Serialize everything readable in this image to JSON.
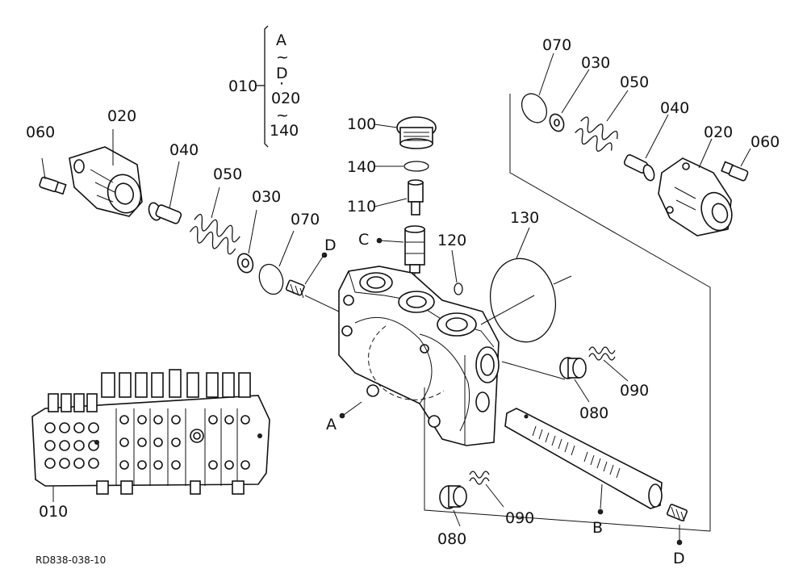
{
  "labels": {
    "l010a": "010",
    "l010b": "010",
    "l020a": "020",
    "l020b": "020",
    "l030a": "030",
    "l030b": "030",
    "l040a": "040",
    "l040b": "040",
    "l050a": "050",
    "l050b": "050",
    "l060a": "060",
    "l060b": "060",
    "l070a": "070",
    "l070b": "070",
    "l080a": "080",
    "l080b": "080",
    "l090a": "090",
    "l090b": "090",
    "l100": "100",
    "l110": "110",
    "l120": "120",
    "l130": "130",
    "l140": "140"
  },
  "bracket": {
    "a": "A",
    "tilde1": "~",
    "d": "D",
    "dot": "·",
    "r020": "020",
    "tilde2": "~",
    "r140": "140"
  },
  "points": {
    "a": "A",
    "b": "B",
    "c": "C",
    "d_top": "D",
    "d_bottom": "D"
  },
  "footer": {
    "code": "RD838-038-10"
  }
}
